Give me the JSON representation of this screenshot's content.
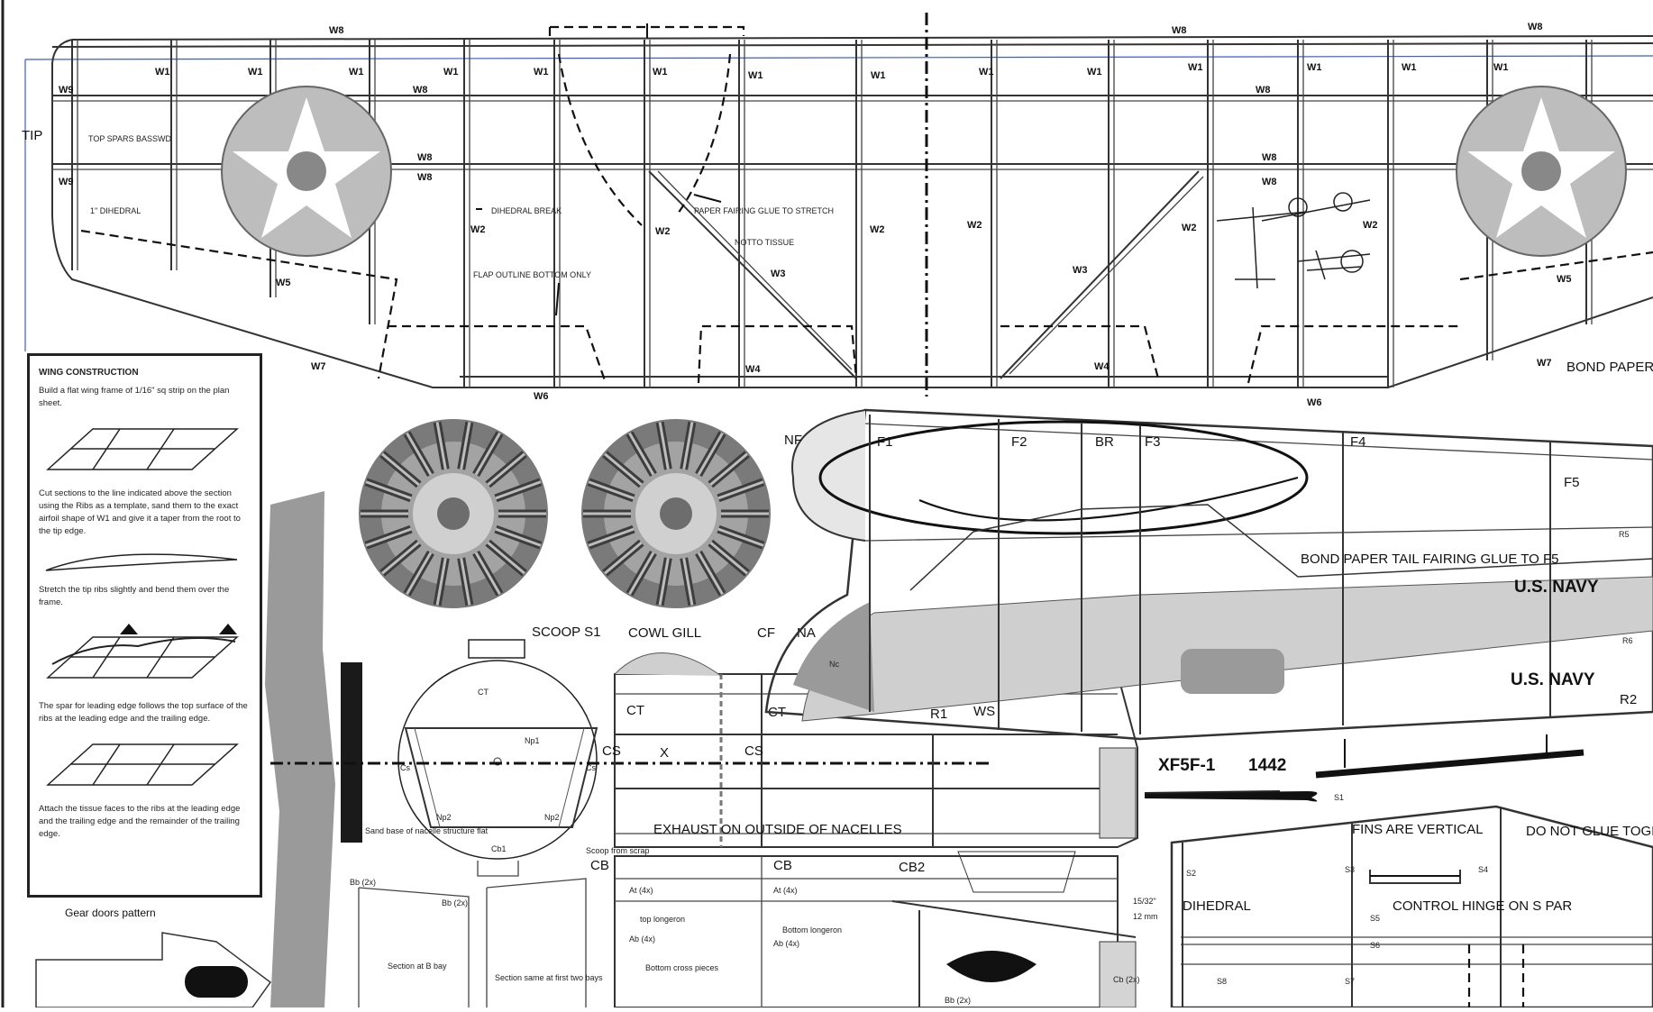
{
  "wing": {
    "tip_label": "TIP",
    "top_spars_note": "TOP SPARS BASSWD",
    "dihedral_note": "1\" DIHEDRAL",
    "dihedral_break": "DIHEDRAL BREAK",
    "flap_note": "FLAP OUTLINE BOTTOM ONLY",
    "fairing_note": "PAPER FAIRING GLUE TO STRETCH",
    "tissue_note": "NOTTO TISSUE",
    "bond_paper_note": "BOND PAPER",
    "labels": {
      "w1": "W1",
      "w2": "W2",
      "w3": "W3",
      "w4": "W4",
      "w5": "W5",
      "w6": "W6",
      "w7": "W7",
      "w8": "W8",
      "w9": "W9"
    }
  },
  "instructions": {
    "heading": "WING CONSTRUCTION",
    "p1": "Build a flat wing frame of 1/16\" sq strip on the plan sheet.",
    "p2": "Cut sections to the line indicated above the section using the Ribs as a template, sand them to the exact airfoil shape of W1 and give it a taper from the root to the tip edge.",
    "p3": "Stretch the tip ribs slightly and bend them over the frame.",
    "p4": "The spar for leading edge follows the top surface of the ribs at the leading edge and the trailing edge.",
    "p5": "Attach the tissue faces to the ribs at the leading edge and the trailing edge and the remainder of the trailing edge."
  },
  "gear_doors_label": "Gear doors pattern",
  "nacelle": {
    "scoop": "SCOOP S1",
    "cowl_gill": "COWL GILL",
    "cf": "CF",
    "na": "NA",
    "ct": "CT",
    "cs": "CS",
    "x": "X",
    "cb": "CB",
    "cb2": "CB2",
    "np1": "Np1",
    "np2": "Np2",
    "cs_small": "Cs",
    "cb1": "Cb1",
    "exhaust": "EXHAUST   ON   OUTSIDE OF NACELLES",
    "scoop_scrap": "Scoop from scrap",
    "sand_base": "Sand base of nacelle structure flat",
    "section_bays": "Section at B bay",
    "section_first": "Section same at first two bays",
    "top_longeron": "top longeron",
    "bottom_longeron": "Bottom longeron",
    "bottom_cross": "Bottom cross pieces",
    "at": "At (4x)",
    "ab": "Ab (4x)",
    "bb": "Bb (2x)",
    "cb2x": "Cb (2x)"
  },
  "fuselage": {
    "f1": "F1",
    "f2": "F2",
    "br": "BR",
    "f3": "F3",
    "f4": "F4",
    "f5": "F5",
    "r1": "R1",
    "r2": "R2",
    "r5": "R5",
    "r6": "R6",
    "ws": "WS",
    "nf": "NF",
    "nc": "Nc",
    "tail_note": "BOND PAPER TAIL FAIRING GLUE TO F5",
    "navy_1": "U.S. NAVY",
    "navy_2": "U.S. NAVY",
    "model": "XF5F-1",
    "number": "1442"
  },
  "tail": {
    "fins_note": "FINS ARE VERTICAL",
    "no_glue": "DO NOT GLUE TOGETHER",
    "dihedral": "DIHEDRAL",
    "control": "CONTROL HINGE ON S PAR",
    "size": "15/32\"",
    "size_mm": "12 mm",
    "s1": "S1",
    "s2": "S2",
    "s3": "S3",
    "s4": "S4",
    "s5": "S5",
    "s6": "S6",
    "s7": "S7",
    "s8": "S8"
  },
  "colors": {
    "line": "#222222",
    "fill_grey": "#9a9a9a",
    "light_grey": "#d4d4d4",
    "selection_blue": "#3b5bdb"
  }
}
